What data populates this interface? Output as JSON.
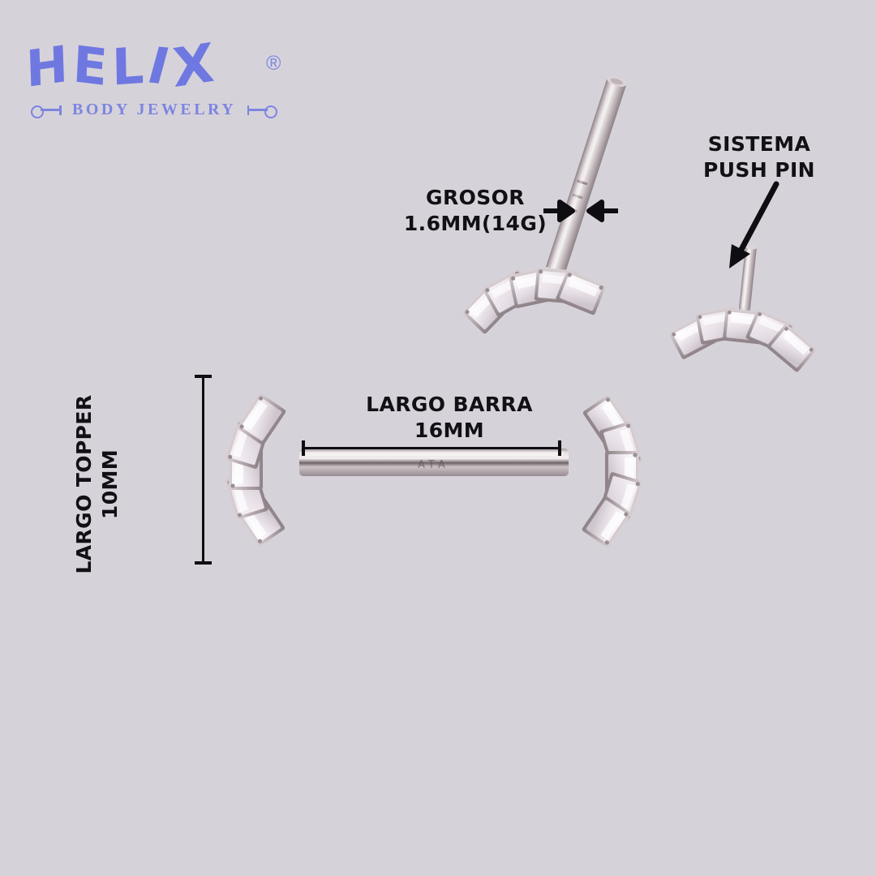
{
  "background_color": "#d6d2da",
  "brand": {
    "wordmark": "HELIX",
    "wordmark_letters": [
      "H",
      "E",
      "L",
      "I",
      "X"
    ],
    "registered_mark": "®",
    "tagline": "BODY JEWELRY",
    "logo_color": "#6f78e0",
    "tagline_color": "#7c85e0",
    "left_icon": "barbell-icon",
    "right_icon": "barbell-icon"
  },
  "annotations": {
    "thickness": {
      "label": "GROSOR\n1.6MM(14G)",
      "line1": "GROSOR",
      "line2": "1.6MM(14G)",
      "value": "1.6MM",
      "gauge": "14G"
    },
    "push_pin": {
      "label": "SISTEMA\nPUSH PIN",
      "line1": "SISTEMA",
      "line2": "PUSH PIN"
    },
    "bar_length": {
      "label": "LARGO BARRA\n16MM",
      "line1": "LARGO BARRA",
      "line2": "16MM",
      "value": "16MM"
    },
    "topper_length": {
      "label": "LARGO TOPPER\n10MM",
      "line1": "LARGO TOPPER",
      "line2": "10MM",
      "value": "10MM"
    },
    "text_color": "#111014"
  },
  "product": {
    "metal_color": "#c9bfc2",
    "metal_highlight": "#efe9ea",
    "metal_shadow": "#8b8085",
    "gem_color": "#efeaf2",
    "gem_count_per_topper": 5,
    "gem_cut": "baguette",
    "pieces": [
      {
        "name": "topper-with-post",
        "position": "top-center"
      },
      {
        "name": "topper-push-pin",
        "position": "top-right"
      },
      {
        "name": "assembled-nipple-barbell",
        "position": "bottom-left"
      }
    ]
  }
}
